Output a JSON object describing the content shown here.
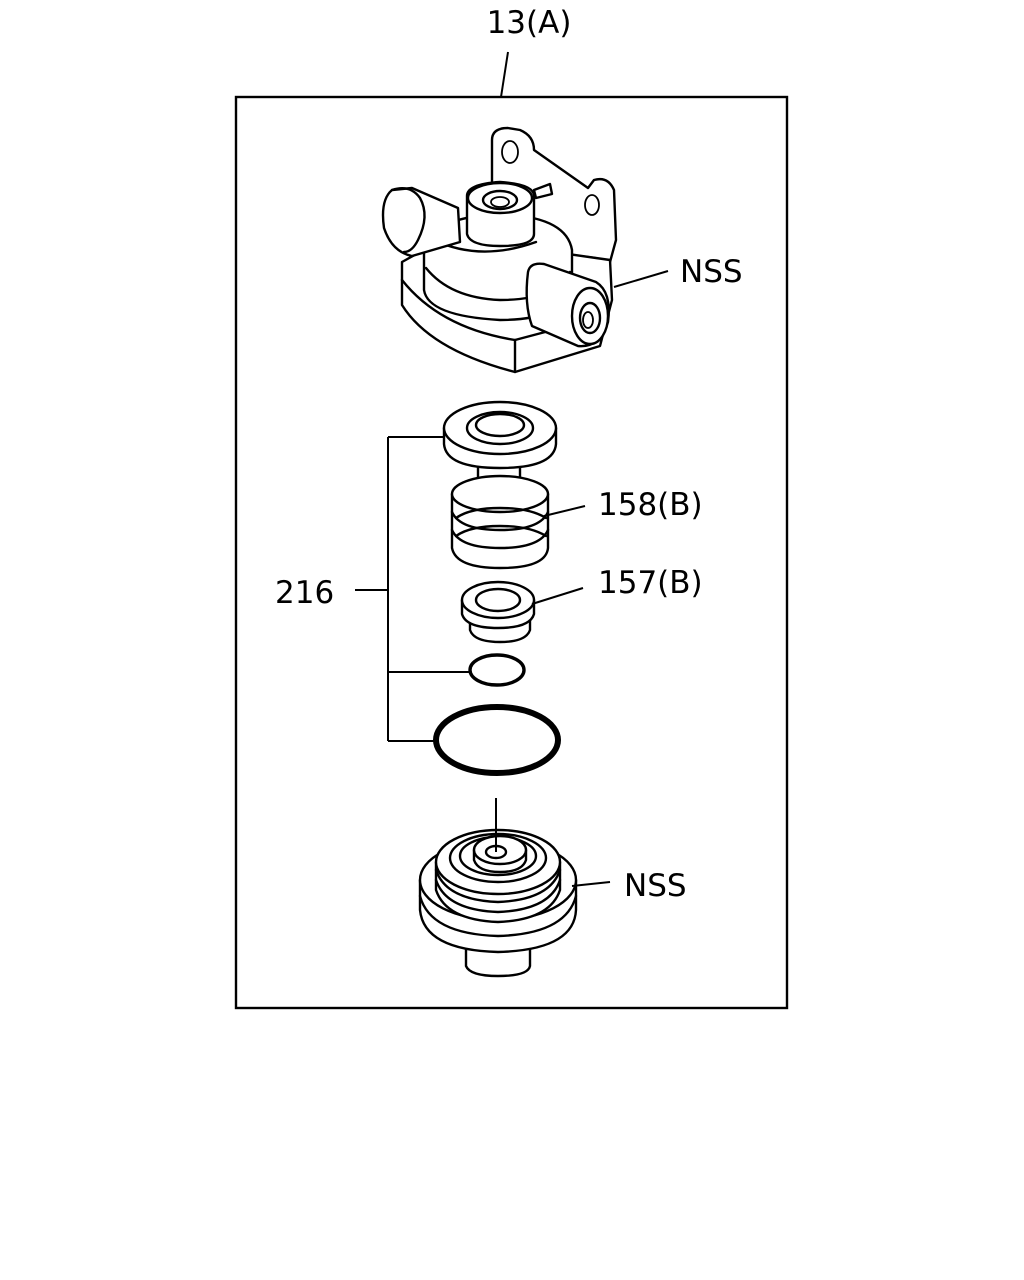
{
  "labels": {
    "assembly": "13(A)",
    "housing": "NSS",
    "spring": "158(B)",
    "kit": "216",
    "seat": "157(B)",
    "cap": "NSS"
  }
}
